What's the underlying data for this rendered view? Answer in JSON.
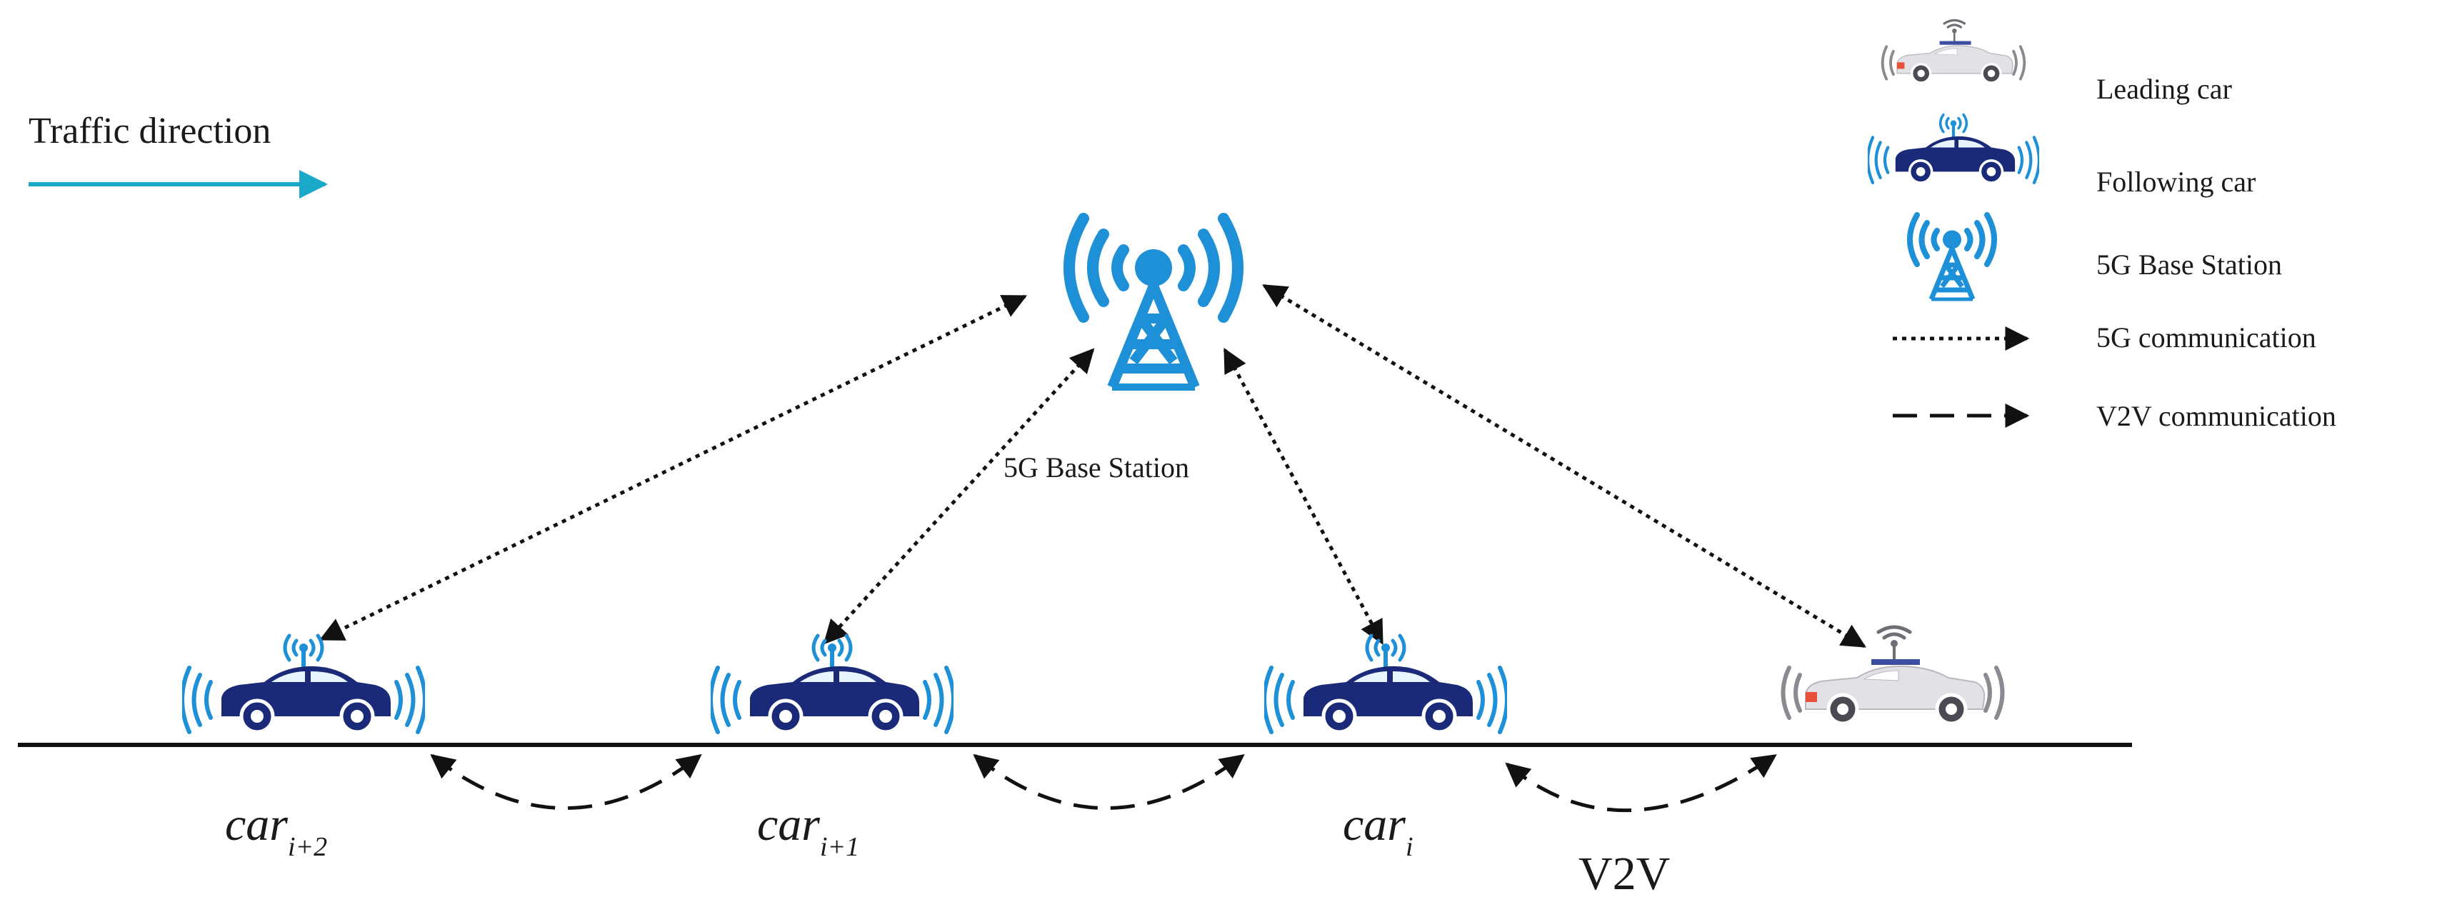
{
  "traffic": {
    "label": "Traffic direction"
  },
  "station": {
    "label": "5G Base Station"
  },
  "legend": {
    "leading": "Leading car",
    "following": "Following car",
    "station": "5G Base Station",
    "comm_5g": "5G communication",
    "comm_v2v": "V2V communication"
  },
  "cars": [
    {
      "base": "car",
      "sub": "i+2"
    },
    {
      "base": "car",
      "sub": "i+1"
    },
    {
      "base": "car",
      "sub": "i"
    }
  ],
  "v2v_label": "V2V",
  "colors": {
    "tower_blue": "#1e90d8",
    "traffic_arrow": "#1ba9c9",
    "following_car": "#1b2a78",
    "leading_car": "#d8d8dc",
    "leading_accent": "#e8503a",
    "road": "#111111"
  }
}
